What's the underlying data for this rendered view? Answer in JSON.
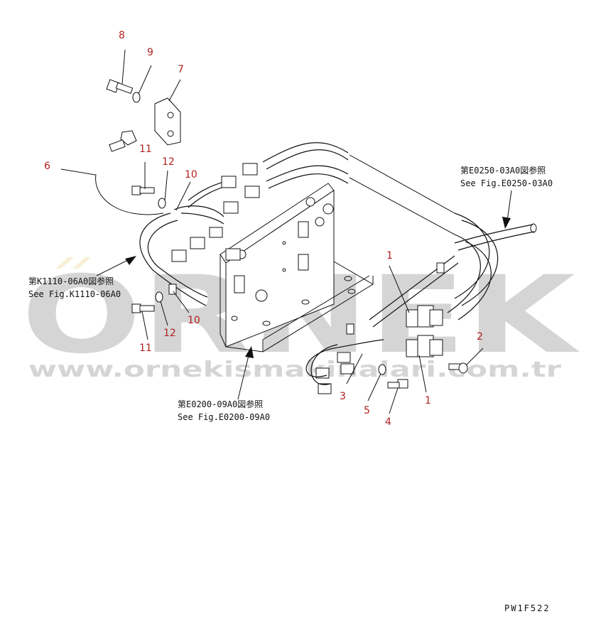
{
  "callouts": {
    "c1a": "1",
    "c1b": "1",
    "c2": "2",
    "c3": "3",
    "c4": "4",
    "c5": "5",
    "c6": "6",
    "c7": "7",
    "c8": "8",
    "c9": "9",
    "c10a": "10",
    "c10b": "10",
    "c11a": "11",
    "c11b": "11",
    "c12a": "12",
    "c12b": "12"
  },
  "references": {
    "e0250_jp": "第E0250-03A0図参照",
    "e0250_en": "See Fig.E0250-03A0",
    "k1110_jp": "第K1110-06A0図参照",
    "k1110_en": "See Fig.K1110-06A0",
    "e0200_jp": "第E0200-09A0図参照",
    "e0200_en": "See Fig.E0200-09A0"
  },
  "drawing_code": "PW1F522",
  "watermark": {
    "brand": "ORNEK",
    "url": "www.ornekismakinalari.com.tr"
  }
}
